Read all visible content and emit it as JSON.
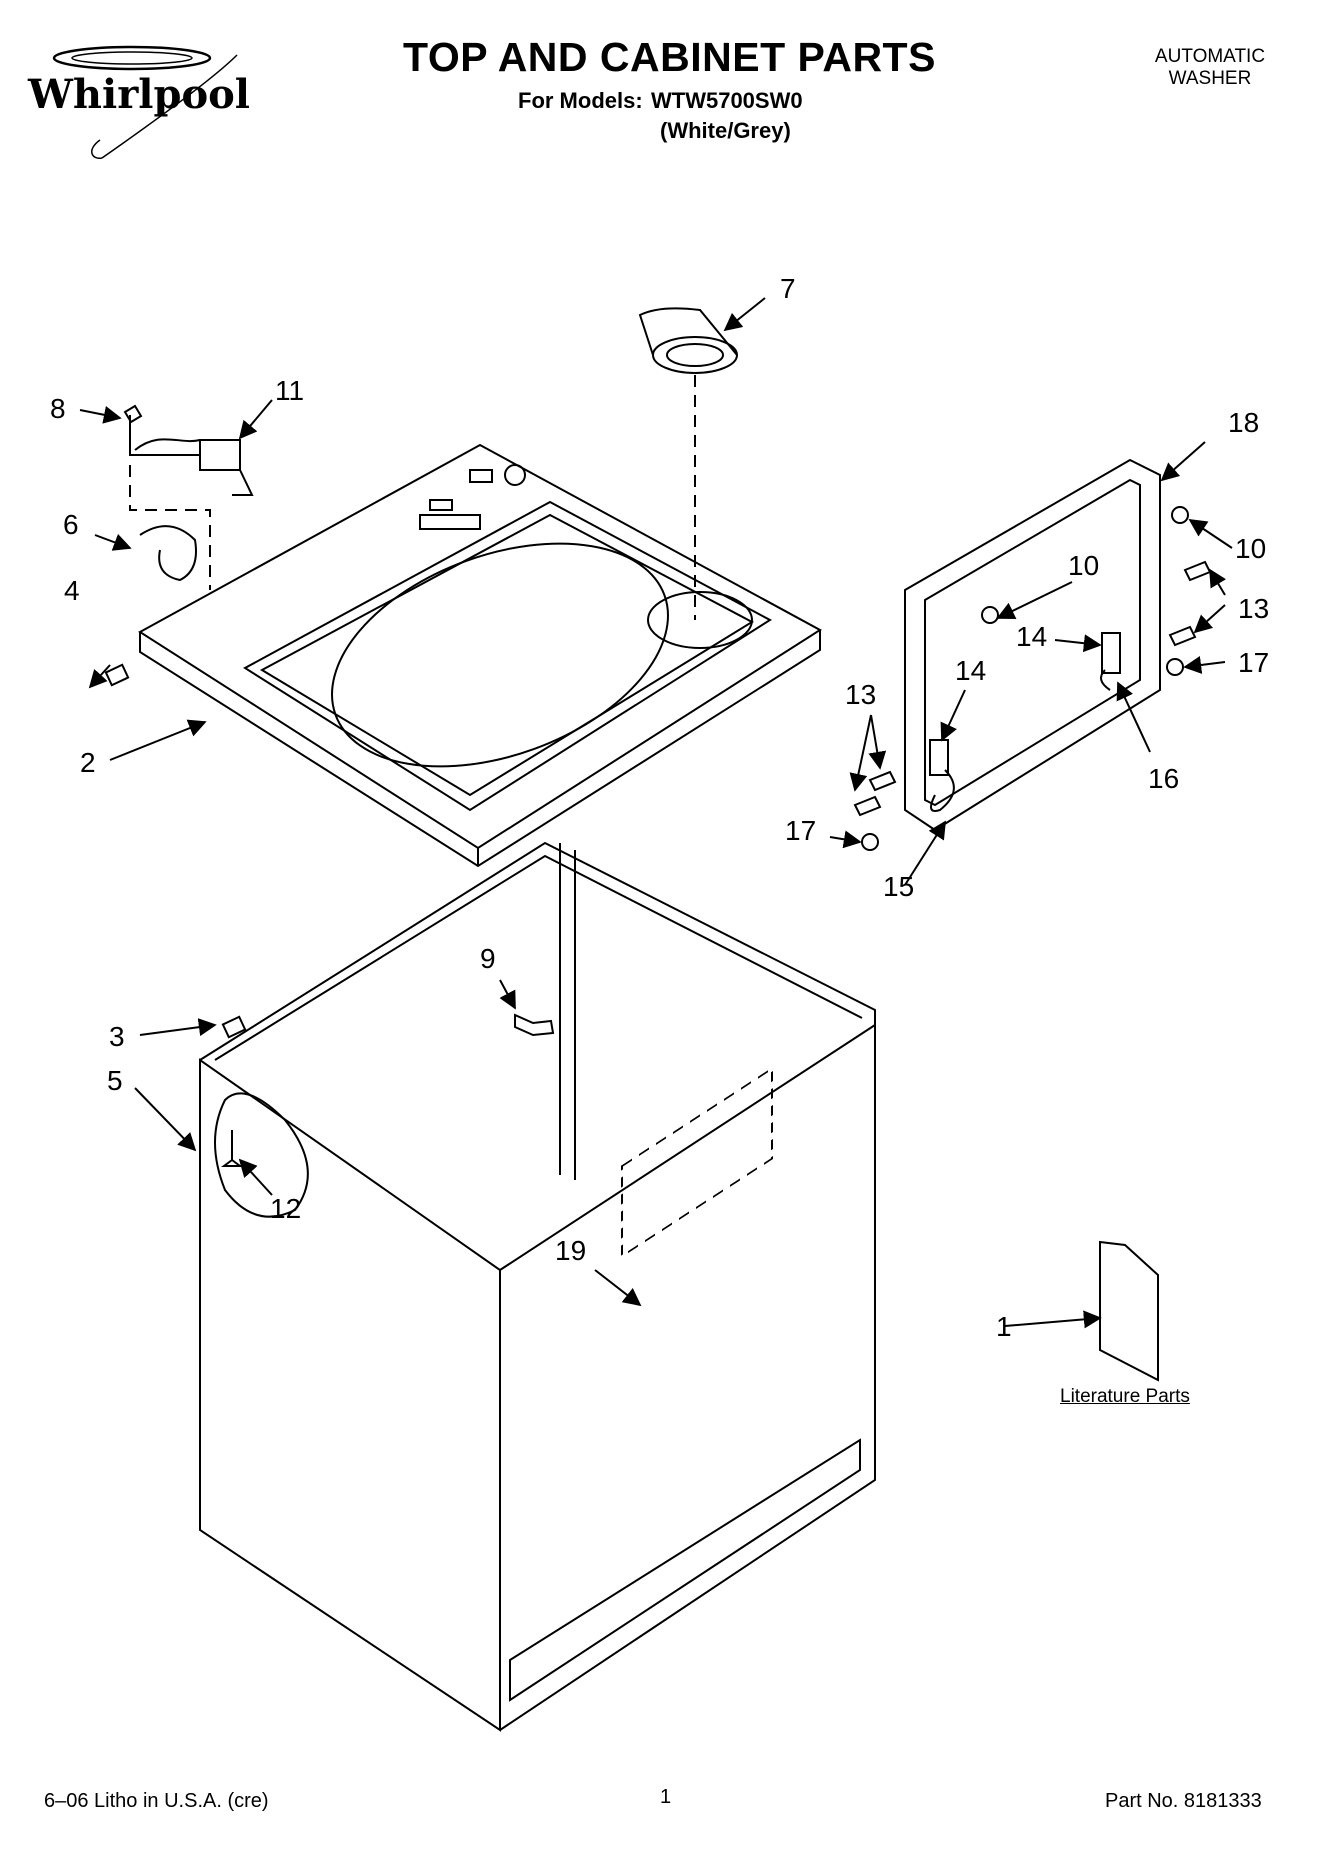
{
  "brand": {
    "name": "Whirlpool"
  },
  "header": {
    "title": "TOP AND CABINET PARTS",
    "models_label": "For Models:",
    "model_number": "WTW5700SW0",
    "color": "(White/Grey)",
    "product_type_line1": "AUTOMATIC",
    "product_type_line2": "WASHER"
  },
  "callouts": {
    "c1": "1",
    "c2": "2",
    "c3": "3",
    "c4": "4",
    "c5": "5",
    "c6": "6",
    "c7": "7",
    "c8": "8",
    "c9": "9",
    "c10": "10",
    "c11": "11",
    "c12": "12",
    "c13": "13",
    "c14": "14",
    "c15": "15",
    "c16": "16",
    "c17": "17",
    "c18": "18",
    "c19": "19"
  },
  "literature_caption": "Literature Parts",
  "footer": {
    "litho": "6–06 Litho in U.S.A. (cre)",
    "page_number": "1",
    "part_number": "Part No. 8181333"
  }
}
